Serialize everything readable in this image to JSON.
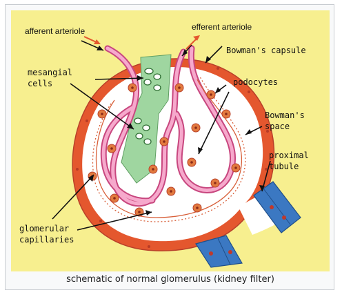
{
  "colors": {
    "background": "#f7ef8f",
    "capsule": "#e4572e",
    "capillary": "#f08bb8",
    "podocyte": "#e27a3f",
    "mesangial": "#9fd6a0",
    "tubule": "#3b78c2",
    "text": "#111111"
  },
  "labels": {
    "afferent": "afferent arteriole",
    "efferent": "efferent arteriole",
    "bowmans_capsule": "Bowman's capsule",
    "mesangial_1": "mesangial",
    "mesangial_2": "cells",
    "podocytes": "podocytes",
    "bowmans_space_1": "Bowman's",
    "bowmans_space_2": "space",
    "proximal_1": "proximal",
    "proximal_2": "tubule",
    "glomerular_1": "glomerular",
    "glomerular_2": "capillaries"
  },
  "caption": "schematic of normal glomerulus (kidney filter)"
}
